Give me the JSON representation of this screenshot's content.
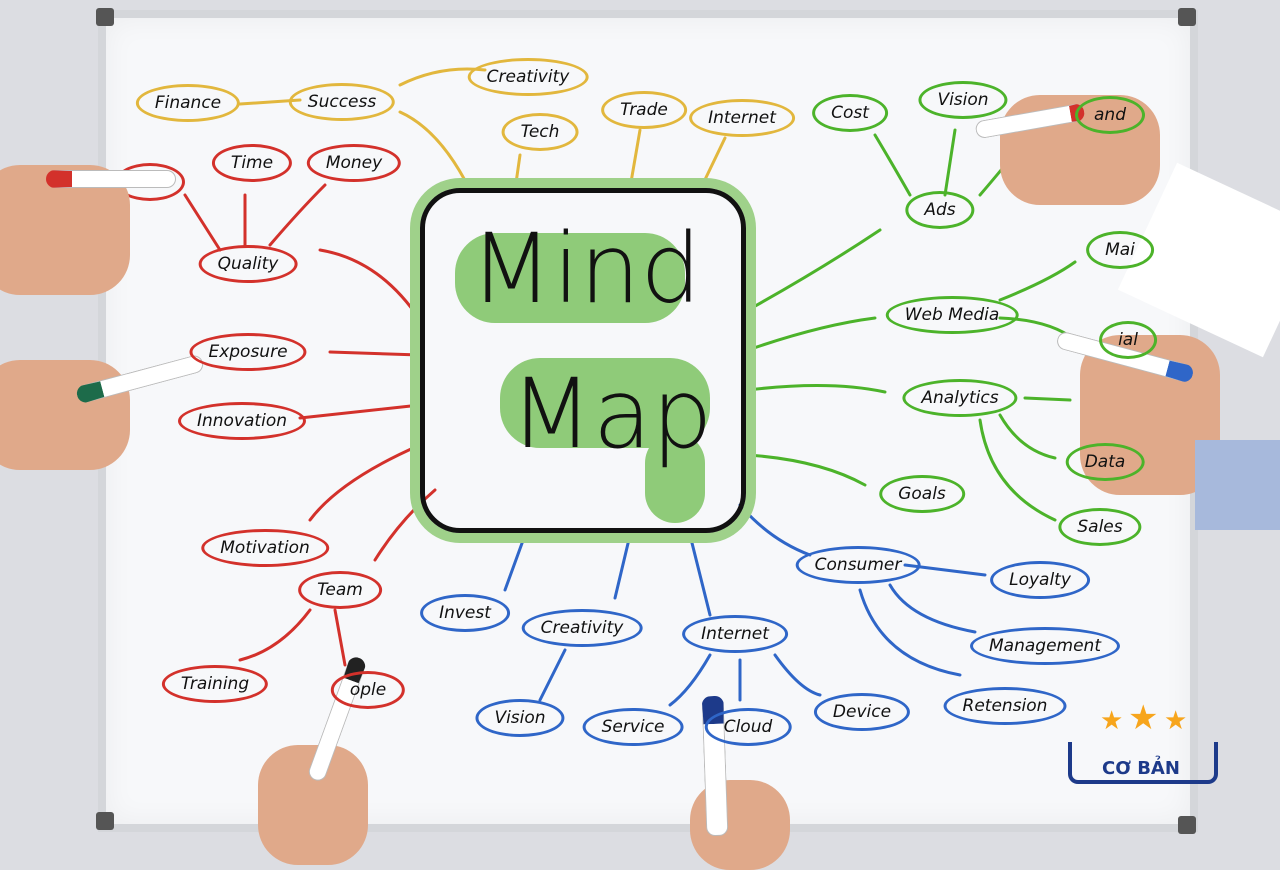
{
  "center": {
    "line1": "Mind",
    "line2": "Map"
  },
  "yellow": [
    "Finance",
    "Success",
    "Creativity",
    "Tech",
    "Trade",
    "Internet"
  ],
  "red": [
    "Time",
    "Money",
    "Quality",
    "Exposure",
    "Innovation",
    "Motivation",
    "Team",
    "Training",
    "ople"
  ],
  "green": [
    "Cost",
    "Vision",
    "and",
    "Ads",
    "Mai",
    "Web Media",
    "ial",
    "Analytics",
    "Data",
    "Goals",
    "Sales"
  ],
  "blue": [
    "Invest",
    "Creativity",
    "Internet",
    "Consumer",
    "Loyalty",
    "Management",
    "Retension",
    "Vision",
    "Service",
    "Cloud",
    "Device"
  ],
  "logo": {
    "text": "CƠ BẢN"
  },
  "colors": {
    "yellow": "#e2b73d",
    "red": "#d3312b",
    "green": "#4cb32a",
    "blue": "#2f66c8",
    "center_fill": "#8fcb79"
  }
}
